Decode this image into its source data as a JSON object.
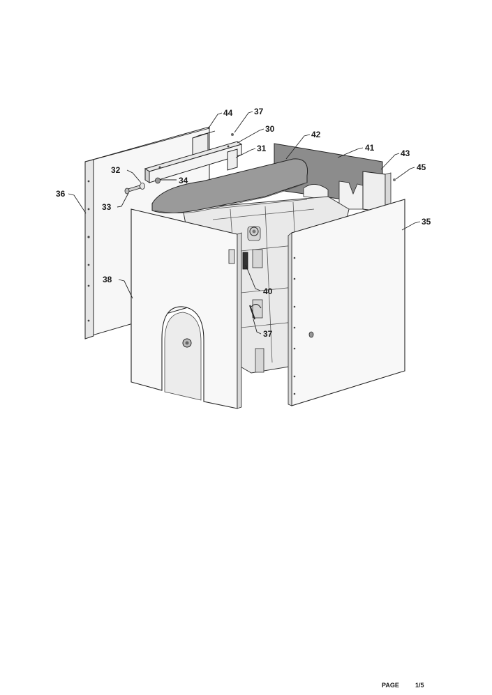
{
  "callouts": {
    "c30": "30",
    "c31": "31",
    "c32": "32",
    "c33": "33",
    "c34": "34",
    "c35": "35",
    "c36": "36",
    "c37a": "37",
    "c37b": "37",
    "c38": "38",
    "c40": "40",
    "c41": "41",
    "c42": "42",
    "c43": "43",
    "c44": "44",
    "c45": "45"
  },
  "footer": {
    "page_label": "PAGE",
    "page_number": "1/5"
  }
}
